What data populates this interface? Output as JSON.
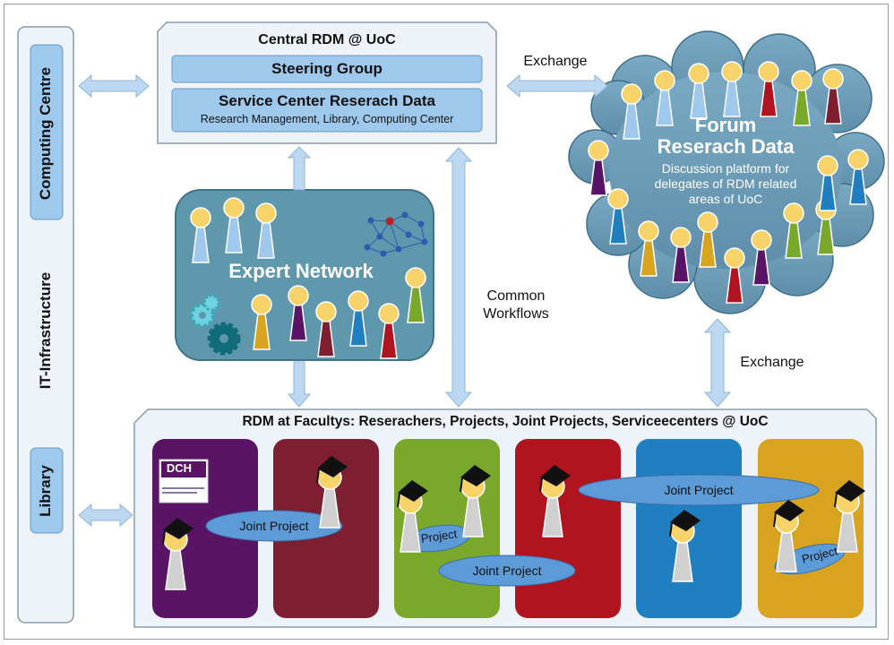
{
  "left_column": {
    "computing_centre": "Computing Centre",
    "it_infrastructure": "IT-Infrastructure",
    "library": "Library"
  },
  "central": {
    "title": "Central RDM @ UoC",
    "steering": "Steering Group",
    "service_title": "Service Center Reserach Data",
    "service_sub": "Research Management, Library, Computing Center"
  },
  "forum": {
    "title_line1": "Forum",
    "title_line2": "Reserach Data",
    "desc_line1": "Discussion platform for",
    "desc_line2": "delegates of RDM related",
    "desc_line3": "areas of UoC"
  },
  "expert": {
    "title": "Expert Network"
  },
  "labels": {
    "exchange_top": "Exchange",
    "exchange_right": "Exchange",
    "workflows_line1": "Common",
    "workflows_line2": "Workflows"
  },
  "faculties": {
    "title": "RDM at Facultys: Reserachers, Projects, Joint Projects, Serviceecenters @ UoC",
    "dch_logo": "DCH",
    "joint_project_1": "Joint Project",
    "project_1": "Project",
    "joint_project_2": "Joint Project",
    "joint_project_3": "Joint Project",
    "project_2": "Project"
  },
  "colors": {
    "frame_fill": "#eef3f9",
    "box_blue": "#9ec8ec",
    "cloud_blue": "#6a98b3",
    "teal_box": "#5f98ad",
    "arrow": "#bcd7f0",
    "faculty_colors": [
      "#5a1466",
      "#7d1f30",
      "#79a82a",
      "#b0141e",
      "#1f7fc0",
      "#d8a420"
    ]
  }
}
